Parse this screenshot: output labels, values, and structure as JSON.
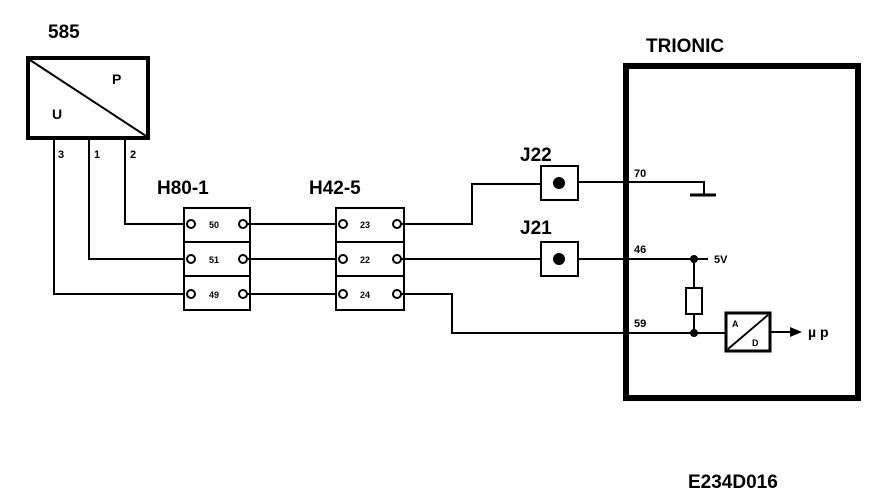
{
  "sensor": {
    "id": "585",
    "label_p": "P",
    "label_u": "U",
    "pins": [
      "3",
      "1",
      "2"
    ]
  },
  "connector_h80": {
    "id": "H80-1",
    "pins": [
      "50",
      "51",
      "49"
    ]
  },
  "connector_h42": {
    "id": "H42-5",
    "pins": [
      "23",
      "22",
      "24"
    ]
  },
  "jack_j22": {
    "id": "J22"
  },
  "jack_j21": {
    "id": "J21"
  },
  "ecu": {
    "title": "TRIONIC",
    "pin_70": "70",
    "pin_46": "46",
    "pin_59": "59",
    "supply": "5V",
    "adc_a": "A",
    "adc_d": "D",
    "output": "µ p"
  },
  "figure_code": "E234D016"
}
